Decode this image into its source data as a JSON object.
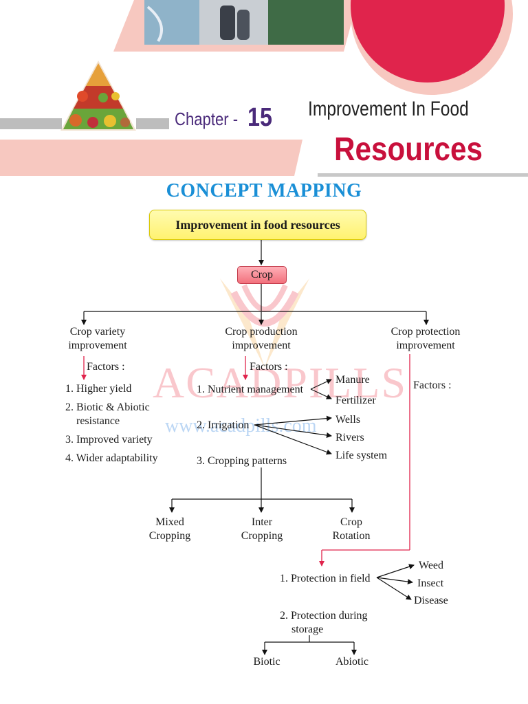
{
  "header": {
    "chapter_label": "Chapter -",
    "chapter_number": "15",
    "subtitle": "Improvement In Food",
    "title": "Resources",
    "colors": {
      "accent": "#e0244c",
      "chapter": "#4a2a7a",
      "section": "#1a8fd6"
    }
  },
  "section_title": "CONCEPT MAPPING",
  "watermark": {
    "brand": "ACADPILLS",
    "url": "www.acadpills.com"
  },
  "map": {
    "root": "Improvement in food resources",
    "crop": "Crop",
    "branch_left": {
      "line1": "Crop variety",
      "line2": "improvement",
      "factors_label": "Factors :",
      "factors": [
        "1. Higher yield",
        "2. Biotic & Abiotic",
        "resistance",
        "3. Improved variety",
        "4. Wider adaptability"
      ]
    },
    "branch_middle": {
      "line1": "Crop production",
      "line2": "improvement",
      "factors_label": "Factors :",
      "nutrient": "1. Nutrient management",
      "nutrient_items": [
        "Manure",
        "Fertilizer"
      ],
      "irrigation": "2. Irrigation",
      "irrigation_items": [
        "Wells",
        "Rivers",
        "Life system"
      ],
      "cropping": "3. Cropping patterns",
      "cropping_items": [
        {
          "line1": "Mixed",
          "line2": "Cropping"
        },
        {
          "line1": "Inter",
          "line2": "Cropping"
        },
        {
          "line1": "Crop",
          "line2": "Rotation"
        }
      ]
    },
    "branch_right": {
      "line1": "Crop protection",
      "line2": "improvement",
      "factors_label": "Factors :",
      "field": "1. Protection in field",
      "field_items": [
        "Weed",
        "Insect",
        "Disease"
      ],
      "storage_line1": "2. Protection during",
      "storage_line2": "storage",
      "storage_items": [
        "Biotic",
        "Abiotic"
      ]
    }
  }
}
